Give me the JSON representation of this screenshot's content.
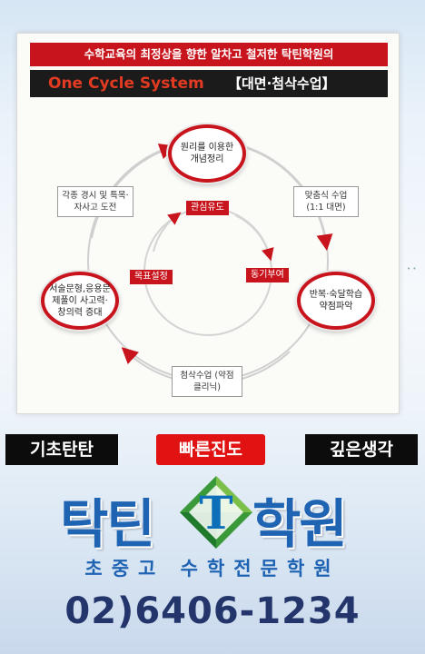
{
  "header": {
    "tagline": "수학교육의 최정상을 향한 알차고 철저한 탁틴학원의",
    "system_name": "One Cycle System",
    "system_sub": "【대면·첨삭수업】"
  },
  "cycle": {
    "top": "원리를 이용한 개념정리",
    "right": "반복·숙달학습 약점파악",
    "left": "서술문형,응용문제풀이 사고력·창의력 증대",
    "box_top_left": "각종 경시 및 특목·자사고 도전",
    "box_top_right": "맞춤식 수업 (1:1 대면)",
    "box_bottom": "첨삭수업 (약점 클리닉)",
    "inner_top": "관심유도",
    "inner_right": "동기부여",
    "inner_left": "목표설정"
  },
  "tags": {
    "left": "기초탄탄",
    "middle": "빠른진도",
    "right": "깊은생각"
  },
  "brand": {
    "name_left": "탁틴",
    "logo_letter": "T",
    "name_right": "학원",
    "subtitle": "초중고 수학전문학원",
    "phone": "02)6406-1234"
  },
  "colors": {
    "accent_red": "#c8141c",
    "brand_blue": "#1f63b3",
    "logo_green": "#3a9a3a",
    "phone_navy": "#23356b"
  }
}
